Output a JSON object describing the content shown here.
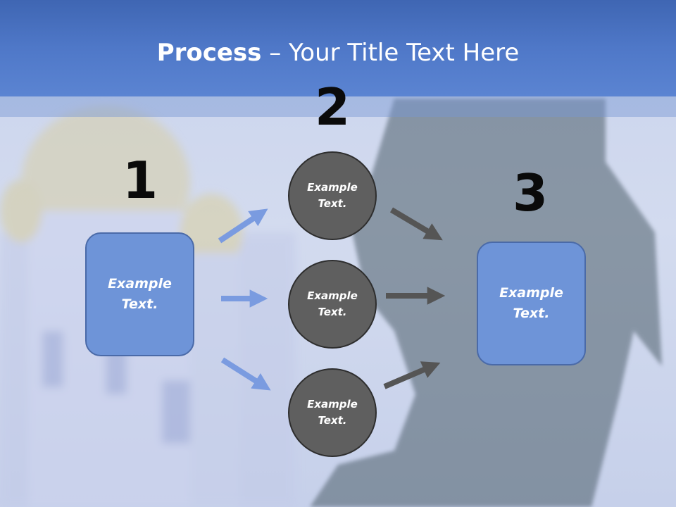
{
  "slide": {
    "title_bold": "Process",
    "title_rest": " – Your Title Text Here"
  },
  "steps": [
    {
      "number": "1",
      "text": "Example Text."
    },
    {
      "number": "2",
      "text": "Example Text."
    },
    {
      "number": "3",
      "text": "Example Text."
    }
  ],
  "circles": [
    {
      "text": "Example Text."
    },
    {
      "text": "Example Text."
    },
    {
      "text": "Example Text."
    }
  ],
  "colors": {
    "header": "#4f78c8",
    "box": "#6e94d8",
    "circle": "#5f5f5f",
    "arrow_blue": "#7a9be0",
    "arrow_gray": "#555555"
  }
}
